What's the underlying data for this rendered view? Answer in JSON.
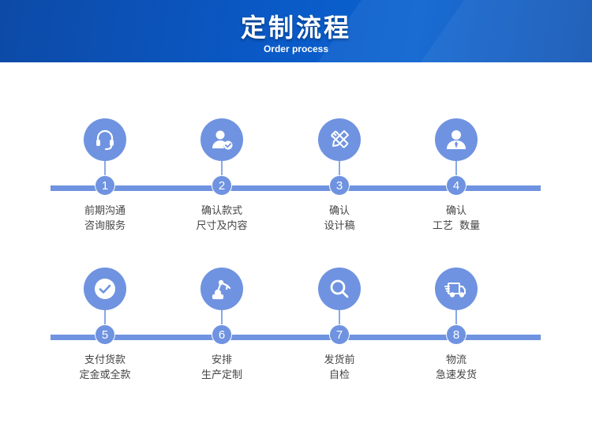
{
  "header": {
    "title": "定制流程",
    "subtitle": "Order process"
  },
  "colors": {
    "banner": "#0a59c6",
    "accent": "#6f93e0",
    "text": "#444444"
  },
  "steps": [
    {
      "number": "1",
      "icon": "headset-icon",
      "line1": "前期沟通",
      "line2": "咨询服务"
    },
    {
      "number": "2",
      "icon": "user-check-icon",
      "line1": "确认款式",
      "line2": "尺寸及内容"
    },
    {
      "number": "3",
      "icon": "pencil-ruler-icon",
      "line1": "确认",
      "line2": "设计稿"
    },
    {
      "number": "4",
      "icon": "person-icon",
      "line1": "确认",
      "line2": "工艺  数量"
    },
    {
      "number": "5",
      "icon": "check-circle-icon",
      "line1": "支付货款",
      "line2": "定金或全款"
    },
    {
      "number": "6",
      "icon": "robot-arm-icon",
      "line1": "安排",
      "line2": "生产定制"
    },
    {
      "number": "7",
      "icon": "magnifier-icon",
      "line1": "发货前",
      "line2": "自检"
    },
    {
      "number": "8",
      "icon": "delivery-truck-icon",
      "line1": "物流",
      "line2": "急速发货"
    }
  ]
}
